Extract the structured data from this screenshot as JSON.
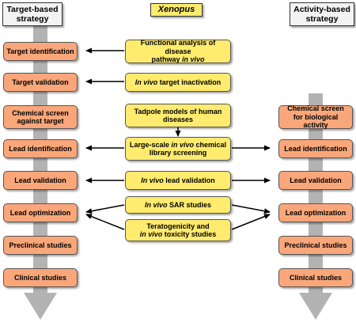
{
  "headers": {
    "left_line1": "Target-based",
    "left_line2": "strategy",
    "center": "Xenopus",
    "right_line1": "Activity-based",
    "right_line2": "strategy"
  },
  "left_steps": [
    "Target identification",
    "Target validation",
    "Chemical screen against target",
    "Lead identification",
    "Lead validation",
    "Lead optimization",
    "Preclinical studies",
    "Clinical studies"
  ],
  "center_steps": {
    "functional_line1": "Functional analysis of disease",
    "functional_line2_a": "pathway ",
    "functional_line2_b": "in vivo",
    "inactivation_a": "In vivo",
    "inactivation_b": " target inactivation",
    "tadpole": "Tadpole models of human diseases",
    "screening_a": "Large-scale ",
    "screening_b": "in vivo",
    "screening_c": " chemical library screening",
    "validation_a": "In vivo",
    "validation_b": " lead validation",
    "sar_a": "In vivo",
    "sar_b": " SAR studies",
    "tox_line1": "Teratogenicity and",
    "tox_line2_a": "in vivo",
    "tox_line2_b": " toxicity studies"
  },
  "right_steps": [
    "Chemical screen for biological activity",
    "Lead identification",
    "Lead validation",
    "Lead optimization",
    "Preclinical studies",
    "Clinical studies"
  ],
  "colors": {
    "step_box": "#f9a77a",
    "xenopus_box": "#ffeb6e",
    "header_box": "#f3f3f3",
    "flow_arrow": "#b3b3b3"
  }
}
